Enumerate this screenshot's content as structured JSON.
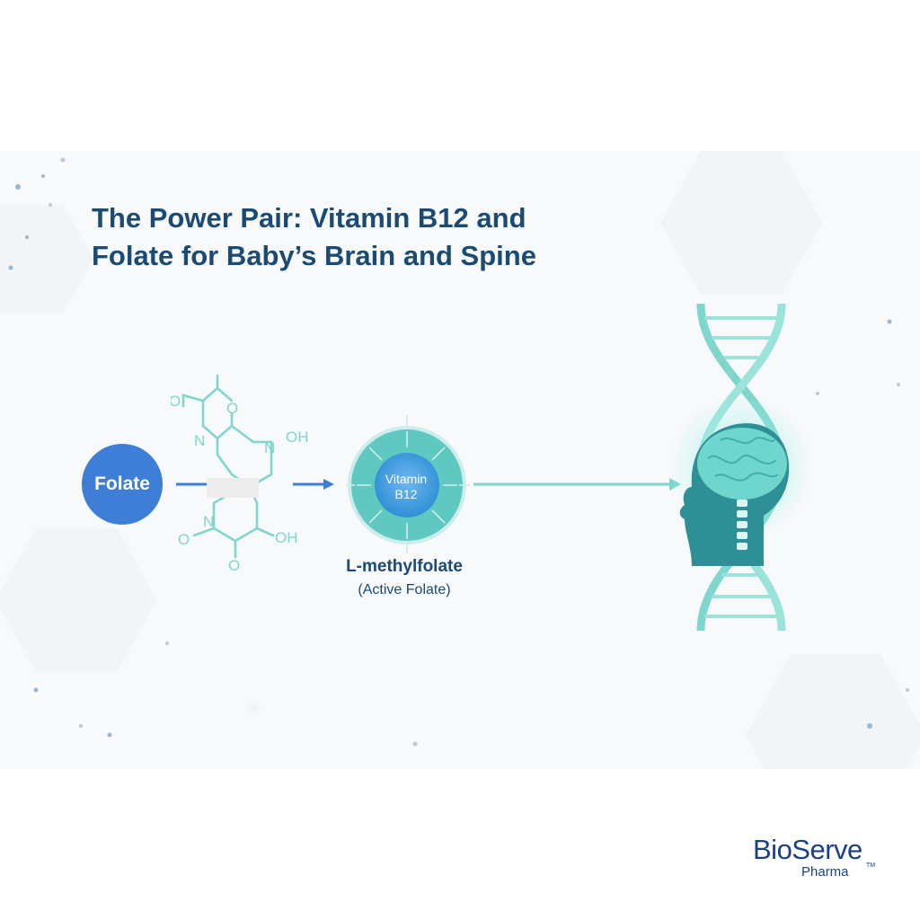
{
  "title": "The Power Pair: Vitamin B12 and\nFolate for Baby’s Brain and Spine",
  "folate": {
    "label": "Folate"
  },
  "molecule": {
    "o1": "O",
    "n1": "N",
    "o_ring": "O",
    "n2": "N",
    "oh1": "OH",
    "o2": "O",
    "n3": "N",
    "oh2": "OH",
    "o3": "O"
  },
  "vitamin": {
    "line1": "Vitamin",
    "line2": "B12"
  },
  "product": {
    "name": "L-methylfolate",
    "sub": "(Active Folate)"
  },
  "logo": {
    "brand": "BioServe",
    "sub": "Pharma",
    "tm": "TM"
  },
  "colors": {
    "title": "#1b4b73",
    "folate": "#3f7ed6",
    "teal": "#7fd6cc",
    "teal_dark": "#3fb0aa",
    "logo": "#1c3f8a"
  },
  "icons": [
    "brain-icon",
    "dna-helix-icon",
    "head-silhouette-icon",
    "molecule-structure-icon"
  ]
}
